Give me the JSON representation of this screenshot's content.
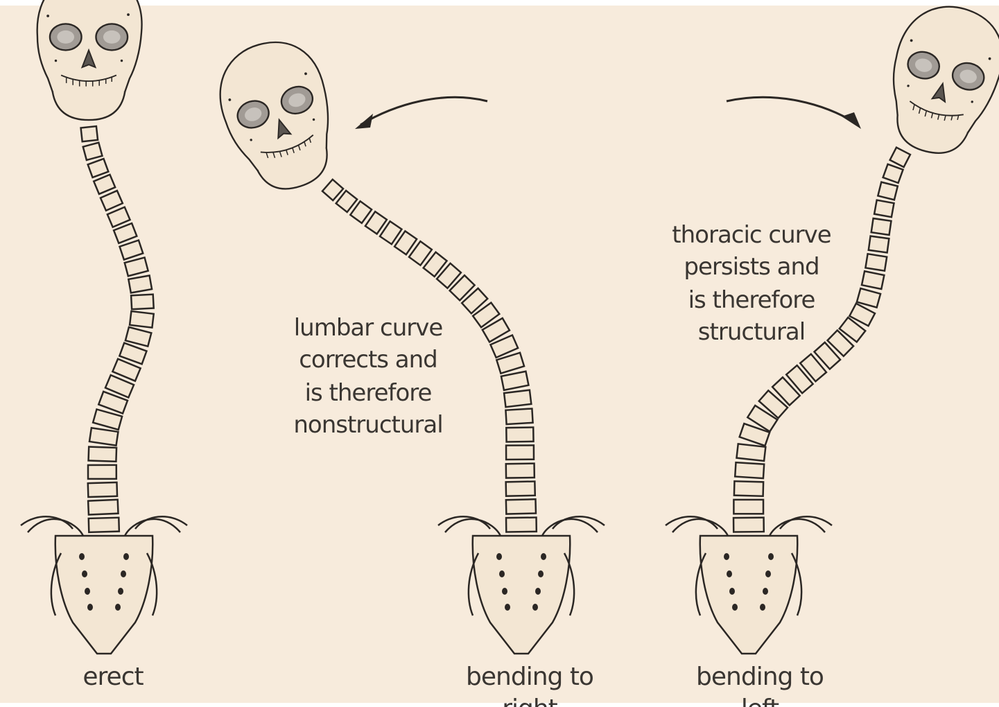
{
  "figures": [
    {
      "id": "erect",
      "caption": "erect"
    },
    {
      "id": "bending-right",
      "caption": "bending to",
      "caption_cut": "right",
      "note": [
        "lumbar curve",
        "corrects and",
        "is therefore",
        "nonstructural"
      ]
    },
    {
      "id": "bending-left",
      "caption": "bending to",
      "caption_cut": "left",
      "note": [
        "thoracic curve",
        "persists and",
        "is therefore",
        "structural"
      ]
    }
  ],
  "colors": {
    "background": "#f7ebdc",
    "line": "#2b2724",
    "bone": "#f3e6d3",
    "bone_shade": "#8a8580"
  }
}
